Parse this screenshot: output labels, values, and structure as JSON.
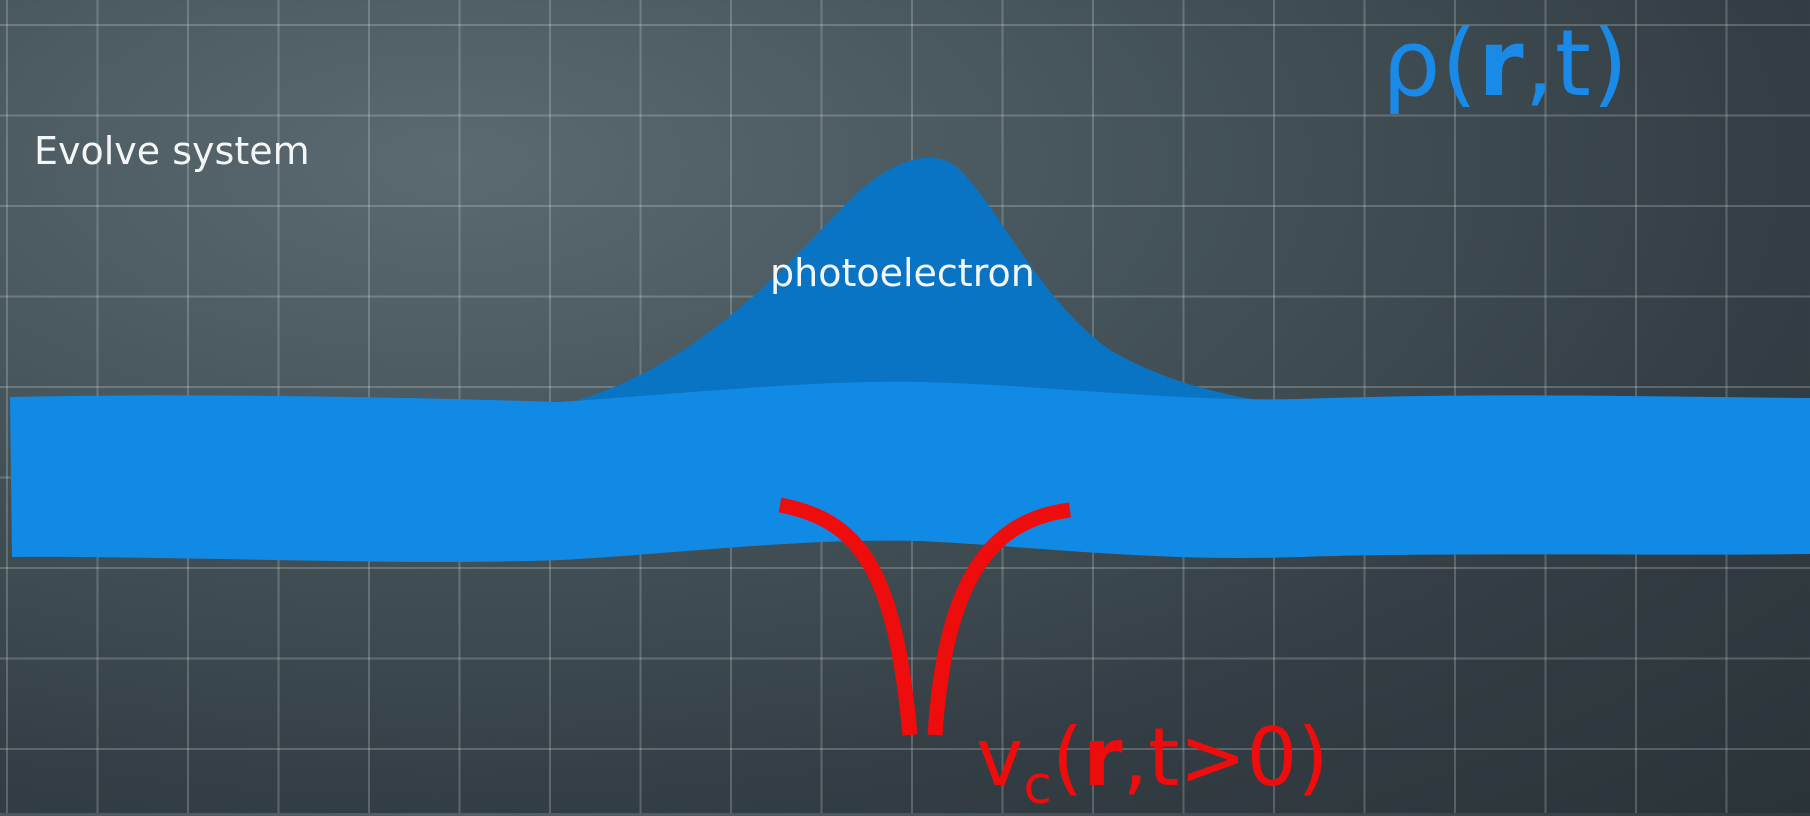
{
  "slide": {
    "title": "Evolve system",
    "density": {
      "symbol": "ρ(",
      "var": "r",
      "rest": ",t)"
    },
    "photoelectron_label": "photoelectron",
    "potential": {
      "symbol": "v",
      "sub": "c",
      "open": "(",
      "var": "r",
      "rest": ",t>0)"
    }
  },
  "colors": {
    "band": "#118ae6",
    "bump": "#0a74c4",
    "potential": "#ee0c0c",
    "density_text": "#1a8ae8"
  }
}
